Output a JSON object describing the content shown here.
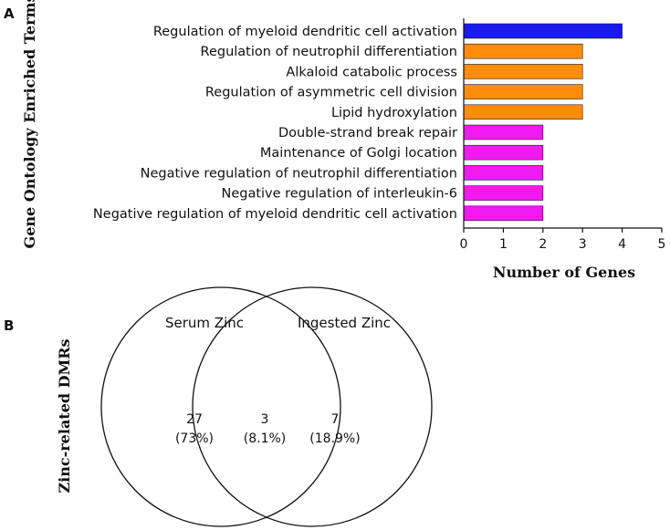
{
  "panels": {
    "a_label": "A",
    "b_label": "B"
  },
  "chart_data": [
    {
      "type": "bar",
      "orientation": "horizontal",
      "categories": [
        "Regulation of myeloid dendritic cell activation",
        "Regulation of neutrophil differentiation",
        "Alkaloid catabolic process",
        "Regulation of asymmetric cell division",
        "Lipid hydroxylation",
        "Double-strand break repair",
        "Maintenance of Golgi location",
        "Negative regulation of neutrophil differentiation",
        "Negative regulation of interleukin-6",
        "Negative regulation of myeloid dendritic cell activation"
      ],
      "values": [
        4,
        3,
        3,
        3,
        3,
        2,
        2,
        2,
        2,
        2
      ],
      "bar_colors": [
        "#1a1aee",
        "#ff8c0a",
        "#ff8c0a",
        "#ff8c0a",
        "#ff8c0a",
        "#f019f0",
        "#f019f0",
        "#f019f0",
        "#f019f0",
        "#f019f0"
      ],
      "xlabel": "Number of Genes",
      "ylabel": "Gene Ontology Enriched Terms",
      "xlim": [
        0,
        5
      ],
      "xticks": [
        0,
        1,
        2,
        3,
        4,
        5
      ],
      "grid": false
    },
    {
      "type": "venn",
      "ylabel": "Zinc-related DMRs",
      "sets": [
        {
          "name": "Serum Zinc",
          "only_count": "27",
          "only_percent": "(73%)"
        },
        {
          "name": "Ingested Zinc",
          "only_count": "7",
          "only_percent": "(18.9%)"
        }
      ],
      "intersection": {
        "count": "3",
        "percent": "(8.1%)"
      }
    }
  ]
}
